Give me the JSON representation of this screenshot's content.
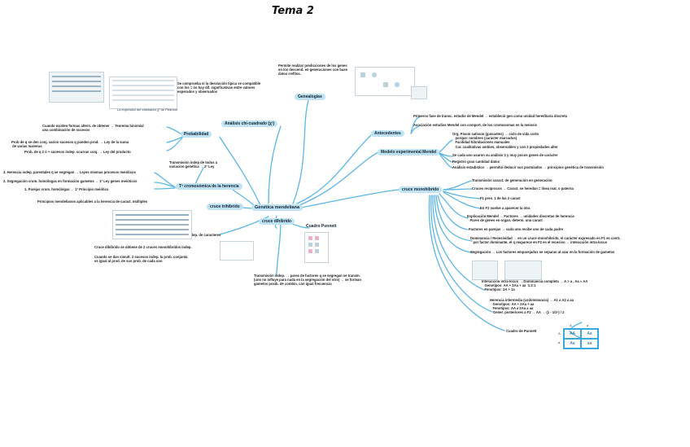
{
  "title": "Tema 2",
  "center": "Genética mendeliana",
  "nodes": {
    "genealogias": "Genealogías",
    "antecedentes": "Antecedentes",
    "modelo": "Modelo experimental Mendel",
    "monohibrido": "cruce monohíbrido",
    "analisis": "Análisis chi-cuadrado (χ²)",
    "probabilidad": "Probabilidad",
    "cromosomica": "Tª cromosómica de la herencia",
    "cruce_trihibrido": "cruce trihíbrido",
    "cruce_dihibrido": "cruce dihíbrido",
    "cuadro_punnett": "Cuadro Punnett"
  },
  "texts": {
    "genealogias_desc": "Permite realizar predicciones de los genes\nen los descend. en generaciones con base\ndatos rrefitos.",
    "antecedentes_1": "Primeros fase de transc. estudio de Mendel → estableció gen como unidad hereditaria discreta",
    "antecedentes_2": "Asociación estudios Mendel con comport. de los cromosomas en la meiosis",
    "modelo_1": "Org. Pisum sativum (guisantes) → ciclo de vida corto\n   porque: nombres (carácter marcados)\n   Facilidad hibridaciones manuales\n   Car. cualitativas ambien, observables y con 2 propiedades alter",
    "modelo_2": "Se cada uno usaron su análisis 2 y muy pocos genes de carácter",
    "modelo_3": "Registro gran cantidad datos",
    "modelo_4": "Análisis estadístico → permitió deducir sus postulados → principios genética de transmisión",
    "mono_1": "Transmisión caract. de generación en generación",
    "mono_2": "Cruces recíprocos → Caract. se heredan = línea mat. o paterna",
    "mono_3": "F1 pres. 1 de las 2 caract",
    "mono_4": "En F2 vuelve a aparecer la otra",
    "mono_5": "Explicación Mendel → Factores → unidades discretas de herencia\n   Pares de genes en organ. determ. una caract",
    "mono_6": "Factores en parejas → cada uno recibe uno de cada padre",
    "mono_7": "Dominancia / Recesividad → en un cruce monohíbrido, el carácter expresado en F1 es contr.\n   por factor dominante, el q reaparece en F2 es el recesivo → interacción intra-locus",
    "mono_8": "Segregación → Los factores emparejados se separan al azar en la formación de gametos",
    "intra_1": "Interacción intra-locus → Dominancia completa → A > a , Aa ≈ AA\n   Genotipos: AA + 2Aa + aa  1:2:1\n   Fenotipos: 3A + 1a",
    "intra_2": "Herencia intermedia (codominancia) → A1 ≠ A2 ≠ aa\n   Genotipos: AA + 2Aa + aa\n   Fenotipos: AA ≠ 2Aa ≠ aa",
    "gener": "Gener. posteriores a F2 → AA → (1 - 1/2ⁿ) / 2",
    "cuadro_label": "Cuadro de Punnett",
    "chi_desc": "Se comprueba si la desviación típica se compatible\ncon los = no hay dif. significativas entre valores\nesperados y observados",
    "prob_1": "Cuando existen formas altern. de obtener → Teorema binomial\nuna combinación de sucesos",
    "prob_2": "Prob de q se den conj. varios sucesos q pueden prod. → Ley de la suma\n de varias maneras",
    "prob_3": "Prob. de q 2 ó + sucesos indep. ocurran conj. → Ley del producto",
    "crom_desc": "Transmisión indep de todos a\nvariación genética → 2ª Ley",
    "crom_1": "3. Herencia indep. parentales q se segregan → Leyes mismas procesos meióticos",
    "crom_2": "2. Segregación crom. homólogas en formación gametos → 1ª Ley genes meióticos",
    "crom_3": "1. Parejas crom. homólogas → 1ª Principio meiótico",
    "trihibrido_desc": "Principios mendelianos aplicables a la herencia de caract. múltiples",
    "dihibrido_1": "Transmisión indep. de caracteres",
    "dihibrido_2": "Cruce dihíbrido se obtiene de 2 cruces monohíbridos indep.",
    "dihibrido_3": "Cuando se dan simult. 2 sucesos indep. la prob. conjunta\nes igual al prod. de sus prob. de cada uno",
    "indep": "Transmisión indep. → pares de factores q se segregan se transm.\n(uno no influye para nada en la segregación del otro) → se forman\ngametos posib. de combin. con igual frecuencia"
  },
  "punnett": {
    "header": [
      "A",
      "a"
    ],
    "rows": [
      "A",
      "a"
    ],
    "cells": [
      "AA",
      "Aa",
      "Aa",
      "aa"
    ]
  },
  "thumb_labels": {
    "chi_caption": "La expresión del estimador χ² de Pearson"
  },
  "colors": {
    "node_fill": "#bfe3f2",
    "line": "#5bb6e6"
  }
}
